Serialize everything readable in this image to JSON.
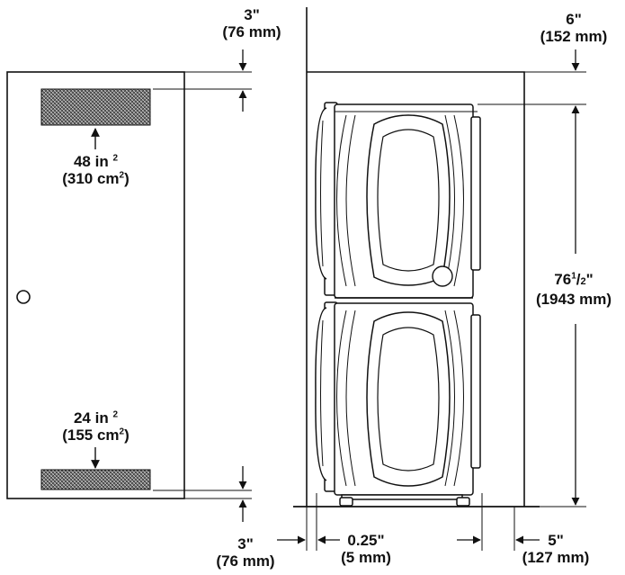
{
  "door": {
    "top_vent_area": {
      "in": "48 in",
      "in_exp": "2",
      "cm": "(310 cm",
      "cm_exp": "2",
      "cm_close": ")"
    },
    "bottom_vent_area": {
      "in": "24 in",
      "in_exp": "2",
      "cm": "(155 cm",
      "cm_exp": "2",
      "cm_close": ")"
    },
    "top_gap": {
      "imperial": "3\"",
      "metric": "(76 mm)"
    },
    "bottom_gap": {
      "imperial": "3\"",
      "metric": "(76 mm)"
    }
  },
  "closet": {
    "top_clearance": {
      "imperial": "6\"",
      "metric": "(152 mm)"
    },
    "height": {
      "imperial_whole": "76",
      "imperial_num": "1",
      "imperial_sep": "/",
      "imperial_den": "2",
      "imperial_unit": "\"",
      "metric": "(1943 mm)"
    },
    "side_gap": {
      "imperial": "0.25\"",
      "metric": "(5 mm)"
    },
    "rear_gap": {
      "imperial": "5\"",
      "metric": "(127 mm)"
    }
  }
}
